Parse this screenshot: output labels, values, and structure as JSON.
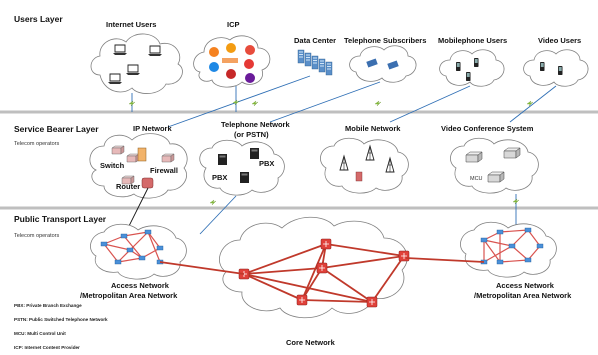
{
  "layers": {
    "users": "Users Layer",
    "service_bearer": "Service Bearer Layer",
    "public_transport": "Public Transport Layer",
    "telecom_operators": "Telecom operators"
  },
  "users": {
    "internet_users": "Internet Users",
    "icp": "ICP",
    "data_center": "Data Center",
    "telephone_subscribers": "Telephone Subscribers",
    "mobilephone_users": "Mobilephone Users",
    "video_users": "Video Users"
  },
  "service": {
    "ip_network": "IP  Network",
    "switch": "Switch",
    "firewall": "Firewall",
    "router": "Router",
    "telephone_network_1": "Telephone Network",
    "telephone_network_2": "(or PSTN)",
    "pbx": "PBX",
    "mobile_network": "Mobile Network",
    "video_conf": "Video Conference System",
    "mcu": "MCU"
  },
  "transport": {
    "access_left_1": "Access Network",
    "access_left_2": "/Metropolitan Area Network",
    "access_right_1": "Access Network",
    "access_right_2": "/Metropolitan Area Network",
    "core": "Core Network"
  },
  "legend": [
    "PBX: Private Branch Exchange",
    "PSTN: Public Switched Telephone Network",
    "MCU: Multi Control Unit",
    "ICP: Internet Content Provider"
  ],
  "colors": {
    "separator": "#bfbfbf",
    "uplink": "#2f6fb5",
    "access_link": "#d9534f",
    "core_router": "#e0413a",
    "access_node": "#4a90d9",
    "lightning": "#8cc63f"
  }
}
